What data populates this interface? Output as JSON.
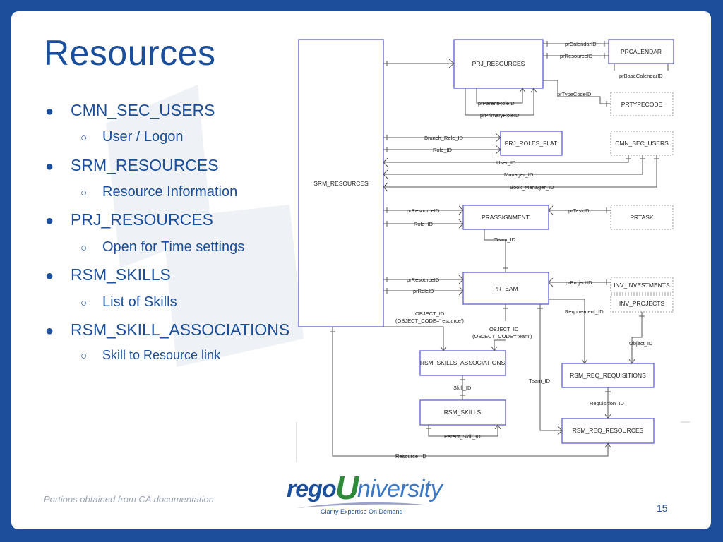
{
  "slide": {
    "title": "Resources",
    "bullets": [
      {
        "label": "CMN_SEC_USERS",
        "sub": "User / Logon"
      },
      {
        "label": "SRM_RESOURCES",
        "sub": "Resource Information"
      },
      {
        "label": "PRJ_RESOURCES",
        "sub": "Open for Time settings"
      },
      {
        "label": "RSM_SKILLS",
        "sub": "List of Skills"
      },
      {
        "label": "RSM_SKILL_ASSOCIATIONS",
        "sub": "Skill to Resource link"
      }
    ],
    "footer_note": "Portions obtained from CA documentation",
    "page_number": "15",
    "bullet_glyph": "●",
    "sub_bullet_glyph": "○"
  },
  "logo": {
    "part1": "rego",
    "part2": "U",
    "part3": "niversity",
    "tagline": "Clarity Expertise On Demand"
  },
  "diagram": {
    "entities": {
      "srm_resources": "SRM_RESOURCES",
      "prj_resources": "PRJ_RESOURCES",
      "prcalendar": "PRCALENDAR",
      "prtypecode": "PRTYPECODE",
      "prj_roles_flat": "PRJ_ROLES_FLAT",
      "cmn_sec_users": "CMN_SEC_USERS",
      "prassignment": "PRASSIGNMENT",
      "prtask": "PRTASK",
      "prteam": "PRTEAM",
      "inv_investments": "INV_INVESTMENTS",
      "inv_projects": "INV_PROJECTS",
      "rsm_skills_associations": "RSM_SKILLS_ASSOCIATIONS",
      "rsm_skills": "RSM_SKILLS",
      "rsm_req_requisitions": "RSM_REQ_REQUISITIONS",
      "rsm_req_resources": "RSM_REQ_RESOURCES"
    },
    "labels": {
      "prcalendarid": "prCalendarID",
      "prresourceid_top": "prResourceID",
      "prbasecalendarid": "prBaseCalendarID",
      "prtypecodeid": "prTypeCodeID",
      "prparentroleid": "prParentRoleID",
      "prprimaryroleid": "prPrimaryRoleID",
      "branch_role_id": "Branch_Role_ID",
      "role_id_flat": "Role_ID",
      "user_id": "User_ID",
      "manager_id": "Manager_ID",
      "book_manager_id": "Book_Manager_ID",
      "prresourceid_assign": "prResourceID",
      "role_id_assign": "Role_ID",
      "prtaskid": "prTaskID",
      "team_id_assign": "Team_ID",
      "prresourceid_team": "prResourceID",
      "prroleid_team": "prRoleID",
      "prprojectid": "prProjectID",
      "requirement_id": "Requirement_ID",
      "object_id_res_1": "OBJECT_ID",
      "object_id_res_2": "(OBJECT_CODE='resource')",
      "object_id_team_1": "OBJECT_ID",
      "object_id_team_2": "(OBJECT_CODE='team')",
      "object_id_proj": "Object_ID",
      "skill_id": "Skill_ID",
      "team_id_req": "Team_ID",
      "requisition_id": "Requisition_ID",
      "parent_skill_id": "Parent_Skill_ID",
      "resource_id": "Resource_ID"
    }
  }
}
